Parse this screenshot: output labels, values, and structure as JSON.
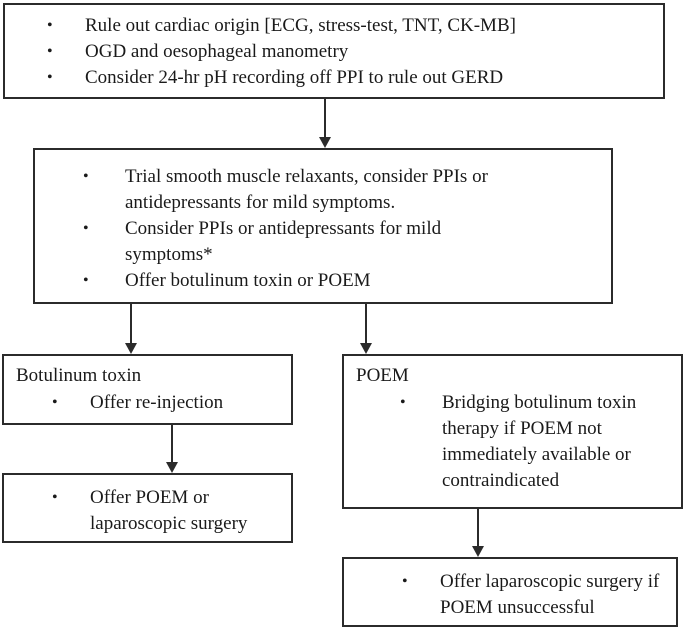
{
  "diagram": {
    "type": "clinical-management-flowchart",
    "bullet_glyph": "•",
    "colors": {
      "border": "#2b2b2b",
      "text": "#1a1a1a",
      "background": "#ffffff"
    },
    "nodes": [
      {
        "id": "initial-workup",
        "header": "",
        "items": [
          "Rule out cardiac origin [ECG, stress-test, TNT, CK-MB]",
          "OGD and oesophageal manometry",
          "Consider 24-hr pH recording off PPI to rule out GERD"
        ]
      },
      {
        "id": "first-line-therapy",
        "header": "",
        "items": [
          "Trial smooth muscle relaxants, consider PPIs or antidepressants for mild symptoms.",
          "Consider PPIs or antidepressants for mild symptoms*",
          "Offer botulinum toxin or POEM"
        ]
      },
      {
        "id": "botulinum-toxin",
        "header": "Botulinum toxin",
        "items": [
          "Offer re-injection"
        ]
      },
      {
        "id": "poem",
        "header": "POEM",
        "items": [
          "Bridging botulinum toxin therapy if POEM not immediately available or contraindicated"
        ]
      },
      {
        "id": "poem-or-lap-surgery",
        "header": "",
        "items": [
          "Offer POEM or laparoscopic surgery"
        ]
      },
      {
        "id": "lap-surgery-if-unsuccessful",
        "header": "",
        "items": [
          "Offer laparoscopic surgery if POEM unsuccessful"
        ]
      }
    ],
    "connectors": [
      {
        "id": "initial-to-firstline",
        "from": "initial-workup",
        "to": "first-line-therapy",
        "label": ""
      },
      {
        "id": "firstline-to-botox",
        "from": "first-line-therapy",
        "to": "botulinum-toxin",
        "label": ""
      },
      {
        "id": "firstline-to-poem",
        "from": "first-line-therapy",
        "to": "poem",
        "label": ""
      },
      {
        "id": "botox-to-poemsurgery",
        "from": "botulinum-toxin",
        "to": "poem-or-lap-surgery",
        "label": ""
      },
      {
        "id": "poem-to-lapsurgery",
        "from": "poem",
        "to": "lap-surgery-if-unsuccessful",
        "label": ""
      }
    ]
  }
}
